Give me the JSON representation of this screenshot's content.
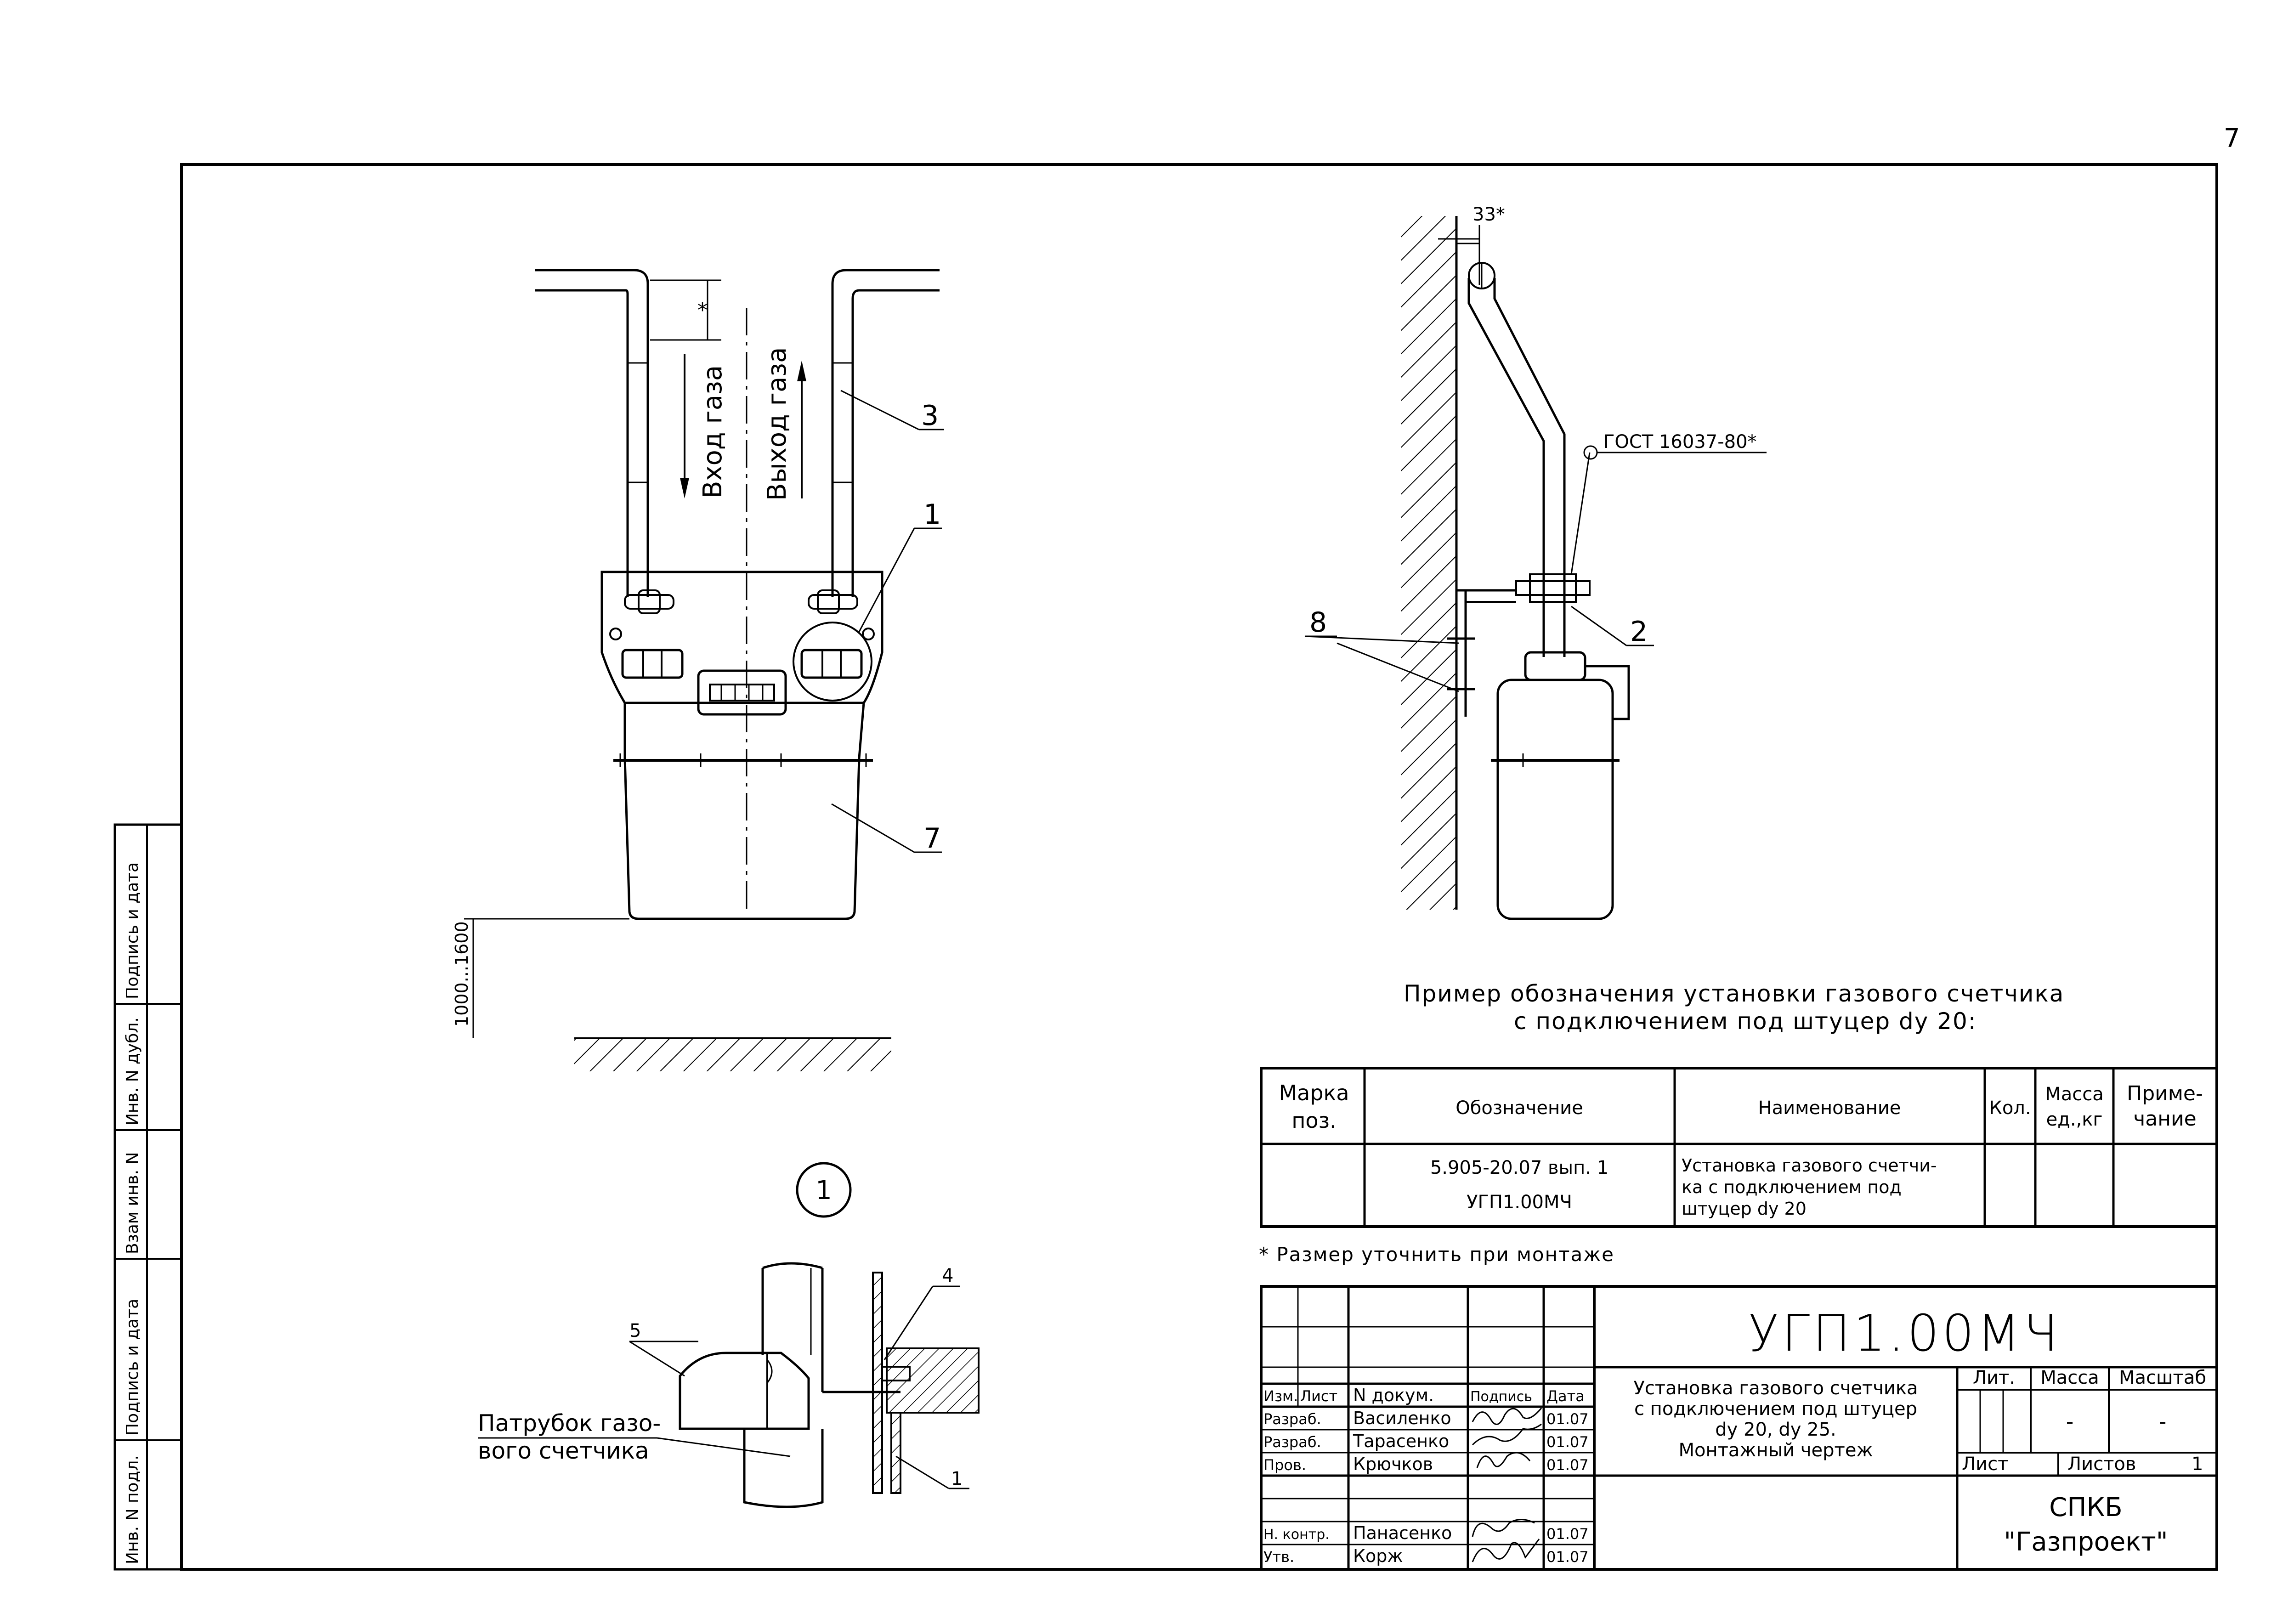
{
  "sheet": {
    "page_number": "7",
    "gost_note": "ГОСТ 16037-80*",
    "dim_33": "33*",
    "dim_star": "*",
    "dim_height": "1000...1600",
    "label_in": "Вход газа",
    "label_out": "Выход газа",
    "callout_3": "3",
    "callout_1": "1",
    "callout_7": "7",
    "callout_2": "2",
    "callout_8": "8",
    "callout_4": "4",
    "callout_5": "5",
    "detail_callout": "1",
    "detail_pipe_label_1": "Патрубок газо-",
    "detail_pipe_label_2": "вого счетчика",
    "example_title_1": "Пример обозначения установки газового счетчика",
    "example_title_2": "с подключением под штуцер dy 20:",
    "size_note": "* Размер уточнить при монтаже"
  },
  "spec_table": {
    "headers": {
      "mark_1": "Марка",
      "mark_2": "поз.",
      "designation": "Обозначение",
      "name": "Наименование",
      "qty": "Кол.",
      "mass_1": "Масса",
      "mass_2": "ед.,кг",
      "note_1": "Приме-",
      "note_2": "чание"
    },
    "row": {
      "designation_1": "5.905-20.07 вып. 1",
      "designation_2": "УГП1.00МЧ",
      "name_1": "Установка газового счетчи-",
      "name_2": "ка с подключением под",
      "name_3": "штуцер dy 20"
    }
  },
  "title_block": {
    "code": "УГП1.00МЧ",
    "description_1": "Установка газового счетчика",
    "description_2": "с подключением под штуцер",
    "description_3": "dy 20, dy 25.",
    "description_4": "Монтажный чертеж",
    "col_izm": "Изм.",
    "col_list": "Лист",
    "col_doc": "N докум.",
    "col_sign": "Подпись",
    "col_date": "Дата",
    "lit": "Лит.",
    "mass": "Масса",
    "scale": "Масштаб",
    "mass_val": "-",
    "scale_val": "-",
    "sheet_label": "Лист",
    "sheets_label": "Листов",
    "sheets_val": "1",
    "org_1": "СПКБ",
    "org_2": "\"Газпроект\"",
    "people": [
      {
        "role": "Разраб.",
        "name": "Василенко",
        "date": "01.07"
      },
      {
        "role": "Разраб.",
        "name": "Тарасенко",
        "date": "01.07"
      },
      {
        "role": "Пров.",
        "name": "Крючков",
        "date": "01.07"
      },
      {
        "role": "Н. контр.",
        "name": "Панасенко",
        "date": "01.07"
      },
      {
        "role": "Утв.",
        "name": "Корж",
        "date": "01.07"
      }
    ]
  },
  "side_stamp": {
    "inv_podl": "Инв. N подл.",
    "podpis_data_1": "Подпись и дата",
    "vzam_inv": "Взам инв. N",
    "inv_dubl": "Инв. N дубл.",
    "podpis_data_2": "Подпись и дата"
  }
}
